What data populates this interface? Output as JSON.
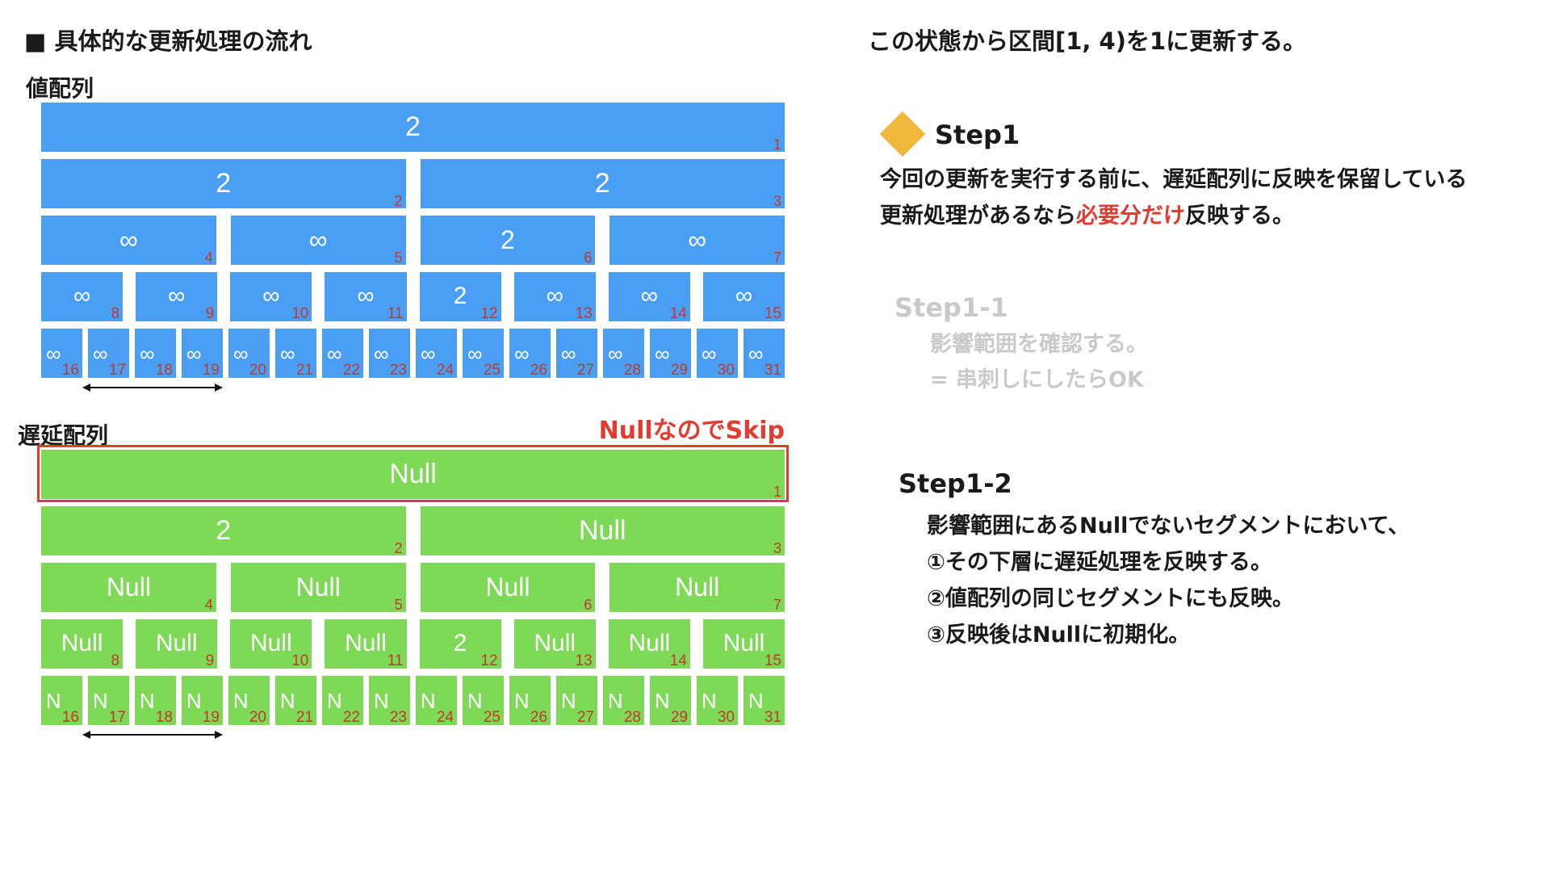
{
  "left": {
    "section_title": "■ 具体的な更新処理の流れ",
    "value_array_label": "値配列",
    "lazy_array_label": "遅延配列",
    "skip_note": "NullなのでSkip"
  },
  "right": {
    "intro": "この状態から区間[1, 4)を1に更新する。",
    "step1": {
      "title": "Step1",
      "line1": "今回の更新を実行する前に、遅延配列に反映を保留している",
      "line2_pre": "更新処理があるなら",
      "line2_hl": "必要分だけ",
      "line2_post": "反映する。"
    },
    "step1_1": {
      "title": "Step1-1",
      "line1": "影響範囲を確認する。",
      "line2": "= 串刺しにしたらOK"
    },
    "step1_2": {
      "title": "Step1-2",
      "line1": "影響範囲にあるNullでないセグメントにおいて、",
      "line2": "①その下層に遅延処理を反映する。",
      "line3": "②値配列の同じセグメントにも反映。",
      "line4": "③反映後はNullに初期化。"
    }
  },
  "value_tree": {
    "indices": [
      "1",
      "2",
      "3",
      "4",
      "5",
      "6",
      "7",
      "8",
      "9",
      "10",
      "11",
      "12",
      "13",
      "14",
      "15",
      "16",
      "17",
      "18",
      "19",
      "20",
      "21",
      "22",
      "23",
      "24",
      "25",
      "26",
      "27",
      "28",
      "29",
      "30",
      "31"
    ],
    "values": [
      "2",
      "2",
      "2",
      "∞",
      "∞",
      "2",
      "∞",
      "∞",
      "∞",
      "∞",
      "∞",
      "2",
      "∞",
      "∞",
      "∞",
      "∞",
      "∞",
      "∞",
      "∞",
      "∞",
      "∞",
      "∞",
      "∞",
      "∞",
      "∞",
      "∞",
      "∞",
      "∞",
      "∞",
      "∞",
      "∞"
    ]
  },
  "lazy_tree": {
    "indices": [
      "1",
      "2",
      "3",
      "4",
      "5",
      "6",
      "7",
      "8",
      "9",
      "10",
      "11",
      "12",
      "13",
      "14",
      "15",
      "16",
      "17",
      "18",
      "19",
      "20",
      "21",
      "22",
      "23",
      "24",
      "25",
      "26",
      "27",
      "28",
      "29",
      "30",
      "31"
    ],
    "values": [
      "Null",
      "2",
      "Null",
      "Null",
      "Null",
      "Null",
      "Null",
      "Null",
      "Null",
      "Null",
      "Null",
      "2",
      "Null",
      "Null",
      "Null",
      "N",
      "N",
      "N",
      "N",
      "N",
      "N",
      "N",
      "N",
      "N",
      "N",
      "N",
      "N",
      "N",
      "N",
      "N",
      "N"
    ]
  },
  "colors": {
    "value_node": "#4a9ff5",
    "lazy_node": "#7ed957",
    "index_text": "#c0392b",
    "highlight": "#e03c31",
    "step_diamond": "#f2b83e",
    "muted_text": "#c9c9c9"
  }
}
